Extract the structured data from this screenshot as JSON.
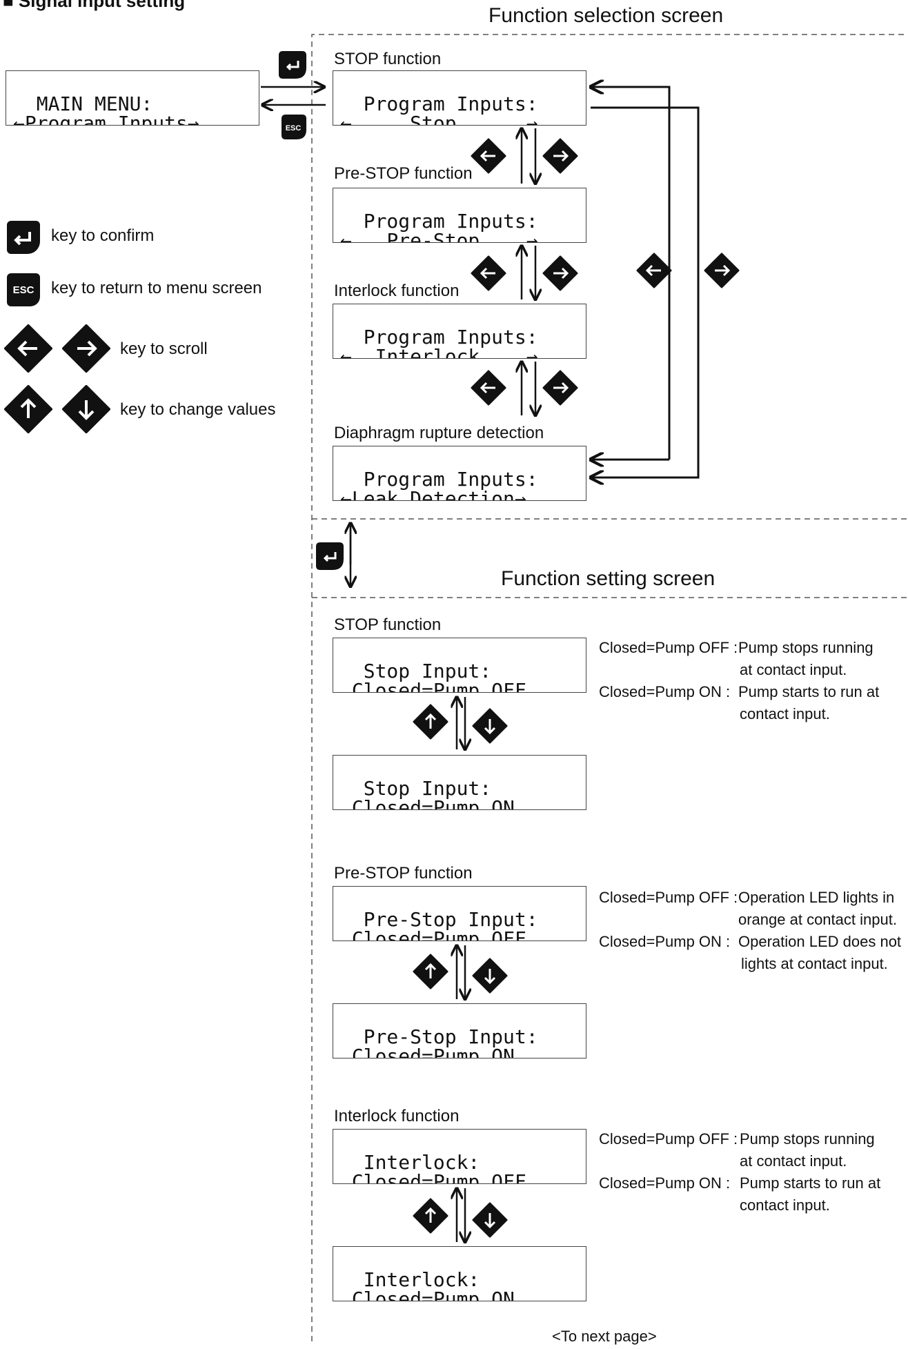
{
  "section_title": "■ Signal input setting",
  "main_menu_display": {
    "line1": "MAIN MENU:",
    "line2": "←Program Inputs→"
  },
  "function_selection": {
    "header": "Function selection screen",
    "items": [
      {
        "label": "STOP function",
        "line1": "Program Inputs:",
        "line2": "←     Stop      →"
      },
      {
        "label": "Pre-STOP function",
        "line1": "Program Inputs:",
        "line2": "←   Pre-Stop    →"
      },
      {
        "label": "Interlock function",
        "line1": "Program Inputs:",
        "line2": "←  Interlock    →"
      },
      {
        "label": "Diaphragm rupture detection",
        "line1": "Program Inputs:",
        "line2": "←Leak Detection→"
      }
    ]
  },
  "legend": {
    "confirm": "key to confirm",
    "return": "key to return to menu screen",
    "scroll": "key to scroll",
    "change": "key to change values",
    "esc_key_label": "ESC"
  },
  "function_setting": {
    "header": "Function setting screen",
    "groups": [
      {
        "label": "STOP function",
        "displays": [
          {
            "line1": "Stop Input:",
            "line2": " Closed=Pump OFF"
          },
          {
            "line1": "Stop Input:",
            "line2": " Closed=Pump ON"
          }
        ],
        "descriptions": [
          {
            "term": "Closed=Pump OFF :",
            "text": "Pump stops running",
            "text2": "at contact input."
          },
          {
            "term": "Closed=Pump ON   :",
            "text": "Pump starts to run at",
            "text2": "contact input."
          }
        ]
      },
      {
        "label": "Pre-STOP function",
        "displays": [
          {
            "line1": "Pre-Stop Input:",
            "line2": " Closed=Pump OFF"
          },
          {
            "line1": "Pre-Stop Input:",
            "line2": " Closed=Pump ON"
          }
        ],
        "descriptions": [
          {
            "term": "Closed=Pump OFF :",
            "text": "Operation LED lights in",
            "text2": "orange at contact input."
          },
          {
            "term": "Closed=Pump ON :",
            "text": "Operation LED does not",
            "text2": "lights at contact input."
          }
        ]
      },
      {
        "label": "Interlock function",
        "displays": [
          {
            "line1": "Interlock:",
            "line2": " Closed=Pump OFF"
          },
          {
            "line1": "Interlock:",
            "line2": " Closed=Pump ON"
          }
        ],
        "descriptions": [
          {
            "term": "Closed=Pump OFF :",
            "text": "Pump stops running",
            "text2": "at contact input."
          },
          {
            "term": "Closed=Pump ON   :",
            "text": "Pump starts to run at",
            "text2": "contact input."
          }
        ]
      }
    ]
  },
  "footer": "<To next page>",
  "icons": [
    "enter-key-icon",
    "esc-key-icon",
    "left-key-icon",
    "right-key-icon",
    "up-key-icon",
    "down-key-icon"
  ]
}
